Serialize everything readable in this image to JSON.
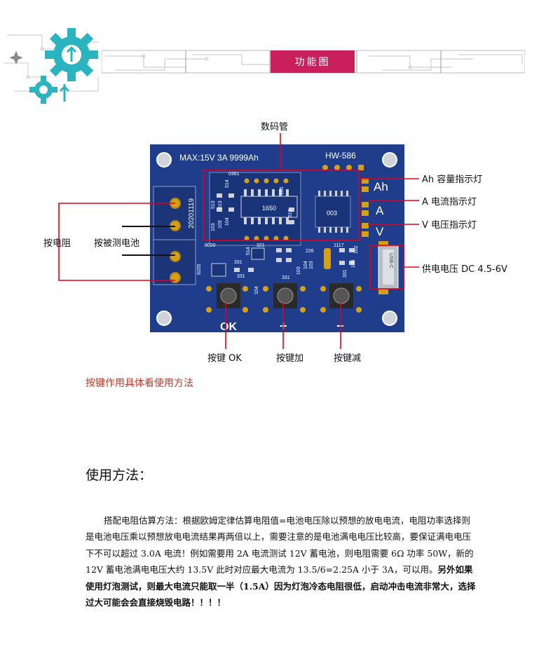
{
  "header": {
    "section_title": "功能图"
  },
  "board": {
    "silk_rating": "MAX:15V 3A 9999Ah",
    "silk_model": "HW-586",
    "silk_date": "20201119",
    "silk_chip": "1650",
    "silk_ic": "003",
    "silk_usb": "USB-C",
    "silk_ah": "Ah",
    "silk_a": "A",
    "silk_v": "V",
    "silk_ok": "OK",
    "silk_plus": "+",
    "silk_minus": "−",
    "silk_codes": [
      "0361",
      "513",
      "513",
      "514",
      "105",
      "103",
      "103",
      "104",
      "512",
      "8020",
      "8205",
      "331",
      "514",
      "321",
      "331",
      "104",
      "103",
      "104",
      "103",
      "226",
      "1117",
      "106",
      "331",
      "102",
      "331"
    ]
  },
  "labels": {
    "display": "数码管",
    "ah_led": "Ah 容量指示灯",
    "a_led": "A 电流指示灯",
    "v_led": "V 电压指示灯",
    "power": "供电电压 DC 4.5-6V",
    "resistor": "按电阻",
    "battery": "按被测电池",
    "key_ok": "按键 OK",
    "key_plus": "按键加",
    "key_minus": "按键减"
  },
  "hint": "按键作用具体看使用方法",
  "usage": {
    "heading": "使用方法：",
    "para_normal": "搭配电阻估算方法：根据欧姆定律估算电阻值=电池电压除以预想的放电电流，电阻功率选择则是电池电压乘以预想放电电流结果再两倍以上，需要注意的是电池满电电压比较高，要保证满电电压下不可以超过 3.0A 电流！例如需要用 2A 电流测试 12V 蓄电池，则电阻需要 6Ω  功率 50W，新的 12V 蓄电池满电电压大约 13.5V  此时对应最大电流为 13.5/6=2.25A 小于 3A，可以用。",
    "para_bold": "另外如果使用灯泡测试，则最大电流只能取一半（1.5A）因为灯泡冷态电阻很低，启动冲击电流非常大，选择过大可能会会直接烧毁电路！！！！"
  },
  "colors": {
    "pcb": "#1f3d8a",
    "accent": "#c8205a",
    "gear": "#2bb3c0",
    "hint": "#c0392b",
    "callout": "#e0001a"
  }
}
